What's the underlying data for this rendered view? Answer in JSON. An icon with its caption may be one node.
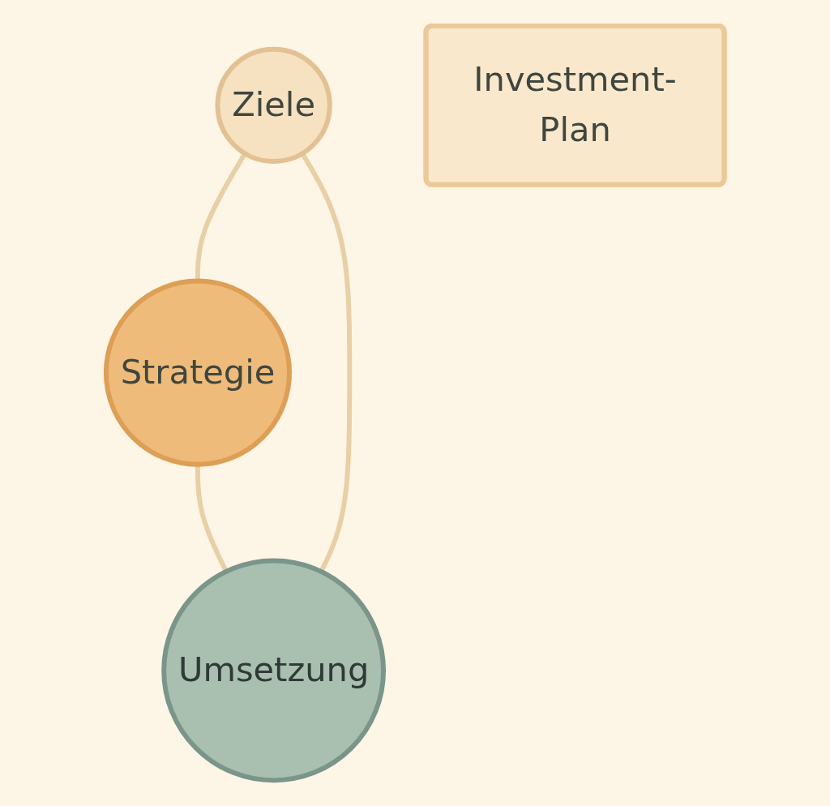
{
  "diagram": {
    "nodes": [
      {
        "text": [
          "Ziele"
        ]
      },
      {
        "text": [
          "Strategie"
        ]
      },
      {
        "text": [
          "Investment-Plan"
        ]
      },
      {
        "text": [
          "Umsetzung"
        ]
      }
    ],
    "edges": [
      {
        "from": 0,
        "to": 1,
        "arrow": "none"
      },
      {
        "from": 1,
        "to": 3,
        "arrow": "none"
      },
      {
        "from": 3,
        "to": 0,
        "arrow": "none"
      }
    ]
  }
}
